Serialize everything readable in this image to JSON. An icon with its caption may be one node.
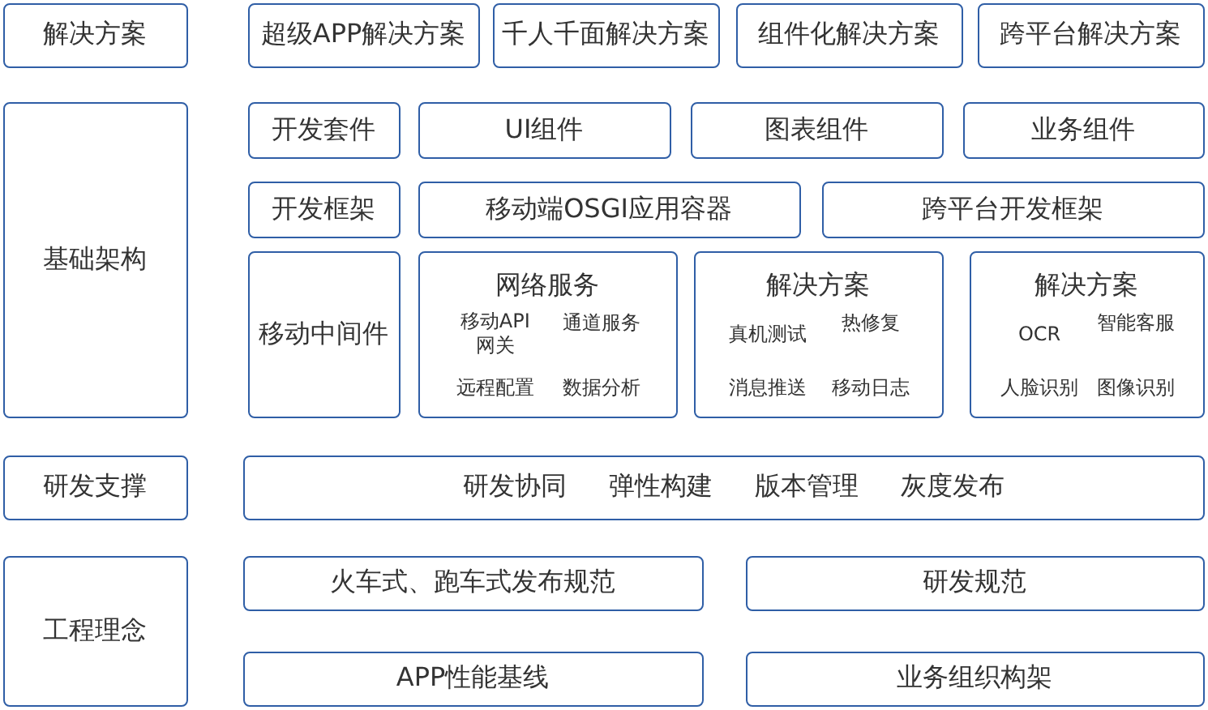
{
  "diagram": {
    "nodes": [
      {
        "text": [
          "解决方案"
        ]
      },
      {
        "text": [
          "超级APP解决方案"
        ]
      },
      {
        "text": [
          "千人千面解决方案"
        ]
      },
      {
        "text": [
          "组件化解决方案"
        ]
      },
      {
        "text": [
          "跨平台解决方案"
        ]
      },
      {
        "text": [
          "基础架构"
        ]
      },
      {
        "text": [
          "开发套件"
        ]
      },
      {
        "text": [
          "UI组件"
        ]
      },
      {
        "text": [
          "图表组件"
        ]
      },
      {
        "text": [
          "业务组件"
        ]
      },
      {
        "text": [
          "开发框架"
        ]
      },
      {
        "text": [
          "移动端OSGI应用容器"
        ]
      },
      {
        "text": [
          "跨平台开发框架"
        ]
      },
      {
        "text": [
          "移动中间件"
        ]
      },
      {
        "text": [
          "网络服务",
          "移动API网关",
          "通道服务",
          "远程配置",
          "数据分析"
        ]
      },
      {
        "text": [
          "解决方案",
          "真机测试",
          "热修复",
          "消息推送",
          "移动日志"
        ]
      },
      {
        "text": [
          "解决方案",
          "OCR",
          "智能客服",
          "人脸识别",
          "图像识别"
        ]
      },
      {
        "text": [
          "研发支撑"
        ]
      },
      {
        "text": [
          "研发协同",
          "弹性构建",
          "版本管理",
          "灰度发布"
        ]
      },
      {
        "text": [
          "工程理念"
        ]
      },
      {
        "text": [
          "火车式、跑车式发布规范"
        ]
      },
      {
        "text": [
          "研发规范"
        ]
      },
      {
        "text": [
          "APP性能基线"
        ]
      },
      {
        "text": [
          "业务组织构架"
        ]
      }
    ]
  }
}
